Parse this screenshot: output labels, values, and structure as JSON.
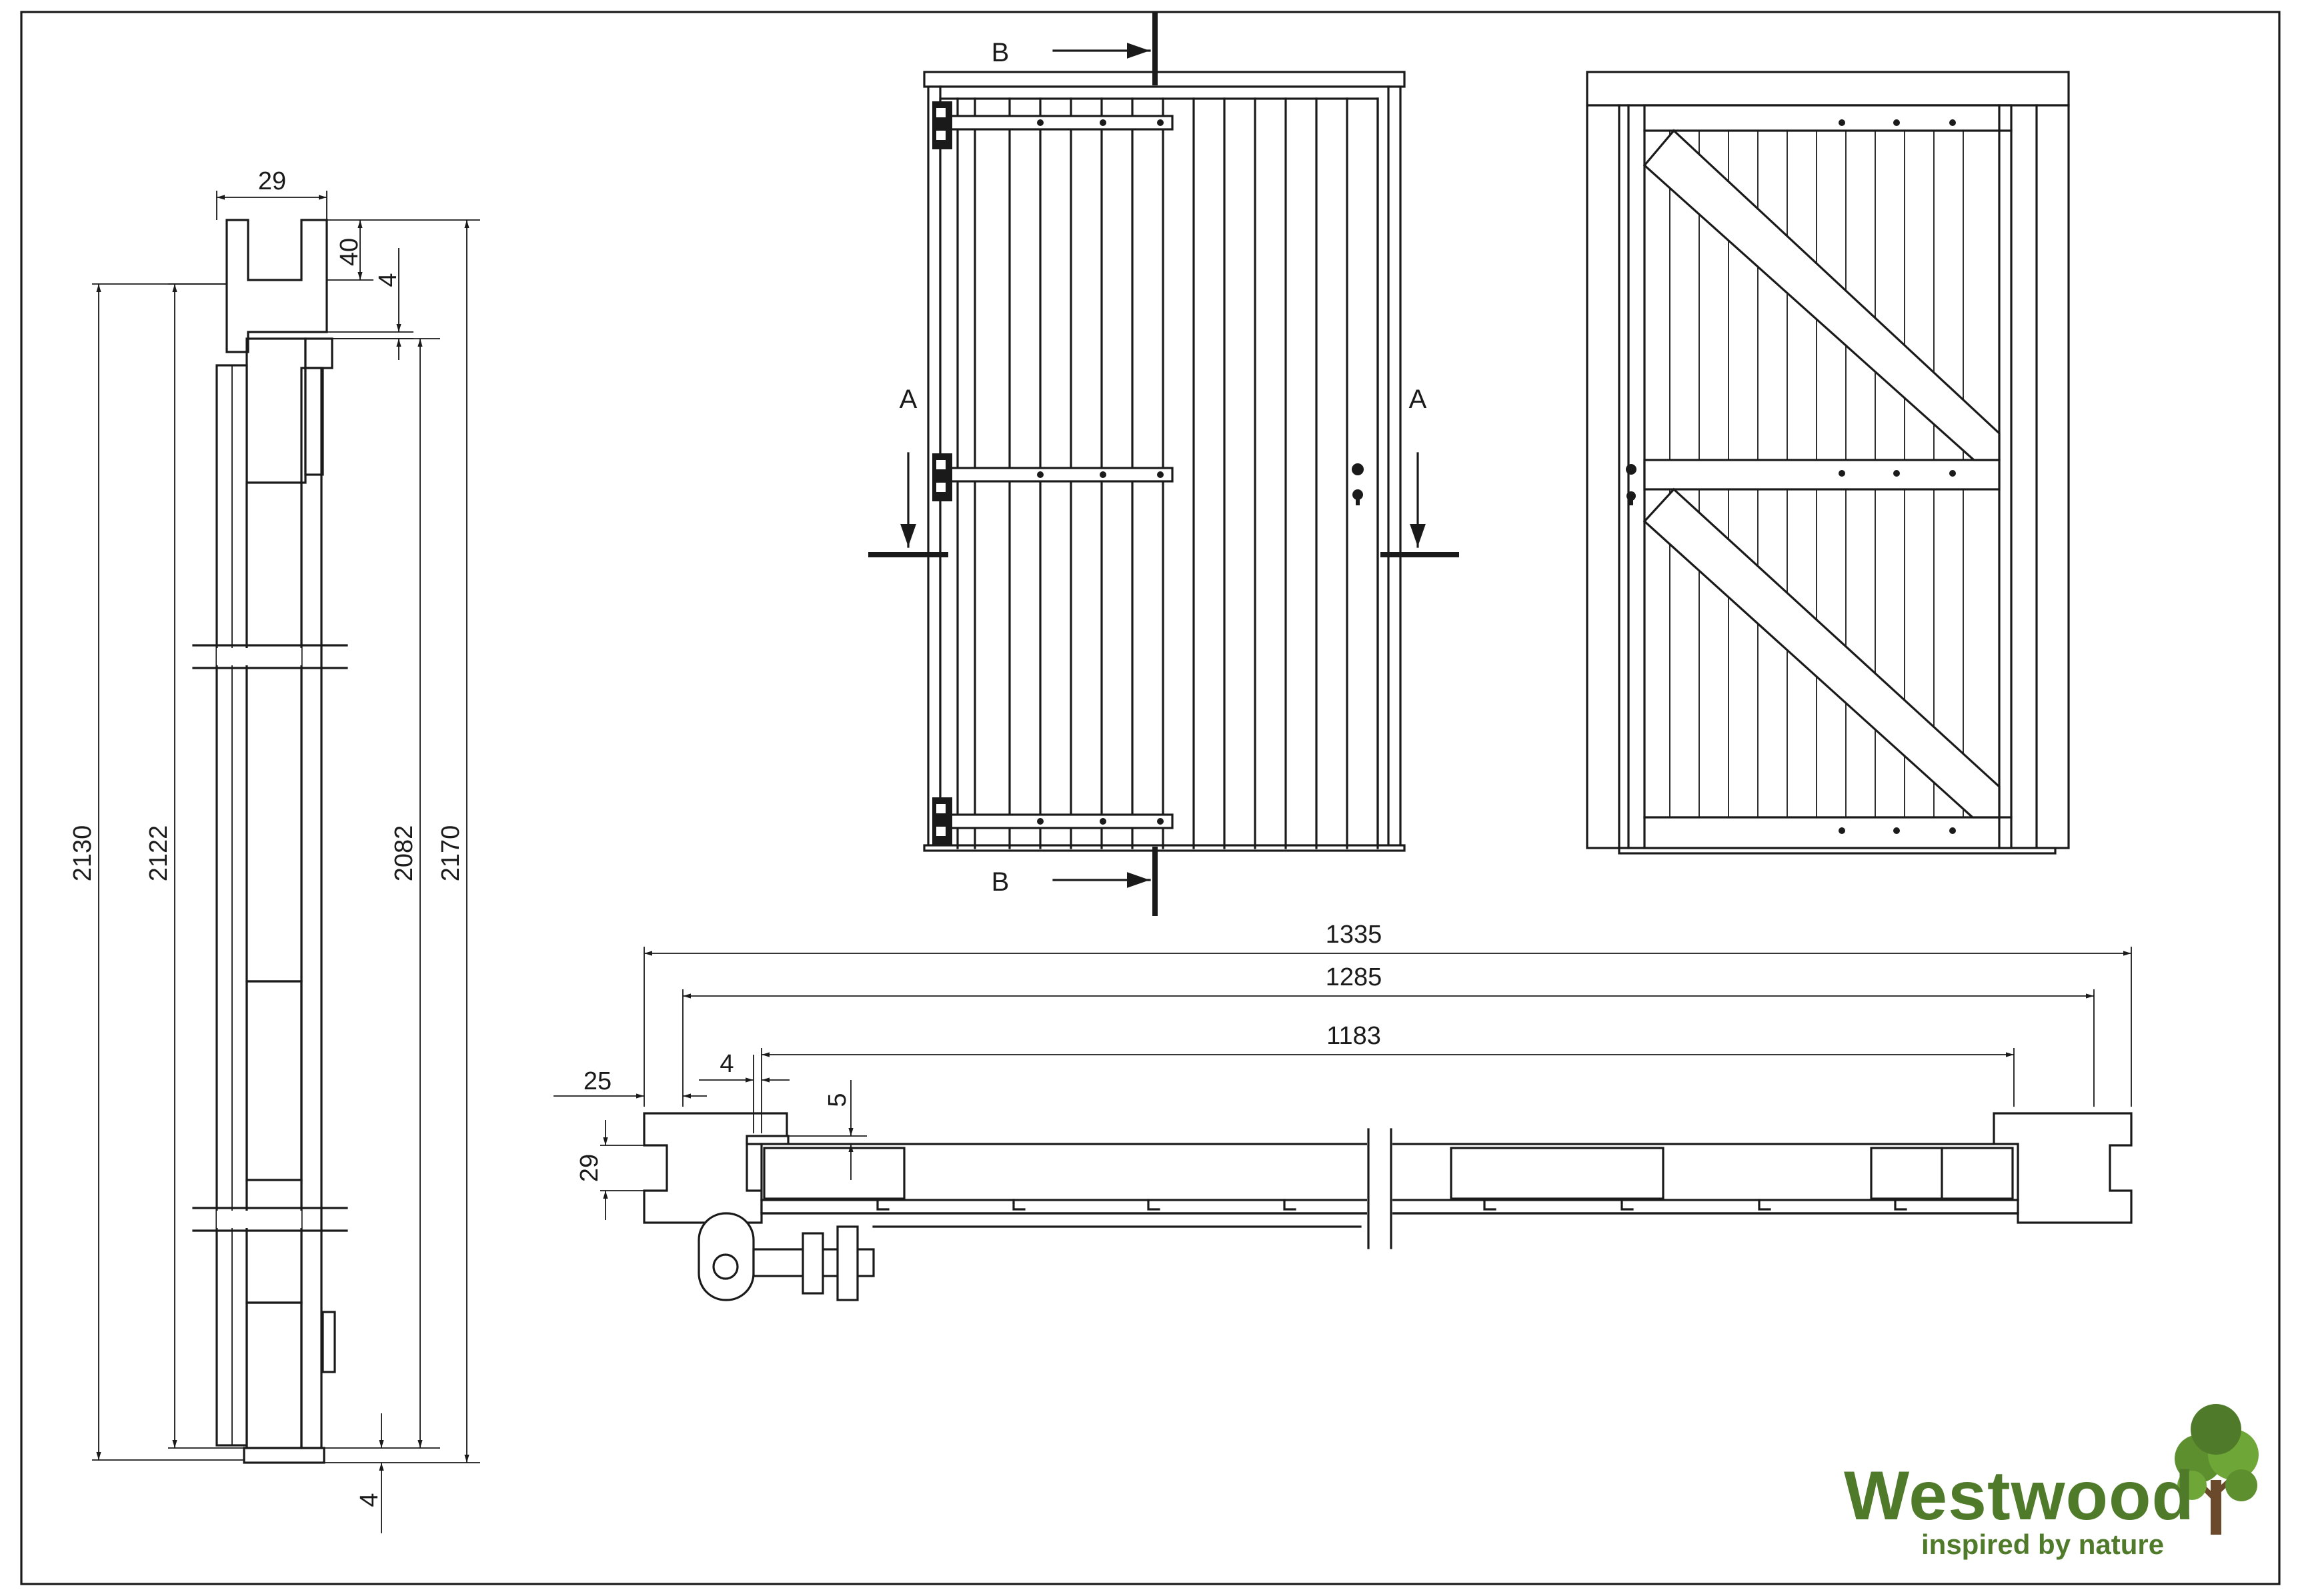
{
  "drawing": {
    "section_labels": {
      "a_left": "A",
      "a_right": "A",
      "b_top": "B",
      "b_bottom": "B"
    },
    "vertical_section_dims": {
      "top_width": "29",
      "top_groove": "40",
      "top_gap": "4",
      "total_2130": "2130",
      "total_2122": "2122",
      "total_2082": "2082",
      "total_2170": "2170",
      "bottom_gap": "4"
    },
    "horizontal_section_dims": {
      "overall": "1335",
      "frame_inner": "1285",
      "leaf": "1183",
      "frame_offset": "25",
      "leaf_gap": "4",
      "rebate": "5",
      "frame_thickness": "29"
    }
  },
  "brand": {
    "name": "Westwood",
    "tagline": "inspired by nature",
    "color": "#4f7a2a"
  }
}
